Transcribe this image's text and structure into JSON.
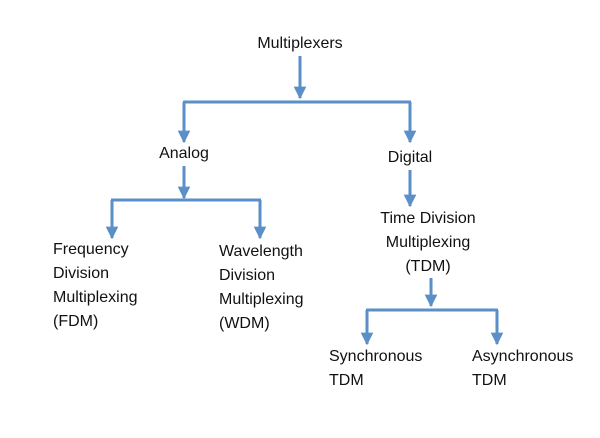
{
  "diagram": {
    "line_color": "#5b8fc7",
    "text_color": "#111111",
    "nodes": {
      "root": {
        "lines": [
          "Multiplexers"
        ]
      },
      "analog": {
        "lines": [
          "Analog"
        ]
      },
      "digital": {
        "lines": [
          "Digital"
        ]
      },
      "fdm": {
        "lines": [
          "Frequency",
          "Division",
          "Multiplexing",
          "(FDM)"
        ]
      },
      "wdm": {
        "lines": [
          "Wavelength",
          "Division",
          "Multiplexing",
          "(WDM)"
        ]
      },
      "tdm": {
        "lines": [
          "Time Division",
          "Multiplexing",
          "(TDM)"
        ]
      },
      "sync": {
        "lines": [
          "Synchronous",
          "TDM"
        ]
      },
      "async": {
        "lines": [
          "Asynchronous",
          "TDM"
        ]
      }
    },
    "edges": [
      {
        "from": "root",
        "to": "analog"
      },
      {
        "from": "root",
        "to": "digital"
      },
      {
        "from": "analog",
        "to": "fdm"
      },
      {
        "from": "analog",
        "to": "wdm"
      },
      {
        "from": "digital",
        "to": "tdm"
      },
      {
        "from": "tdm",
        "to": "sync"
      },
      {
        "from": "tdm",
        "to": "async"
      }
    ]
  }
}
